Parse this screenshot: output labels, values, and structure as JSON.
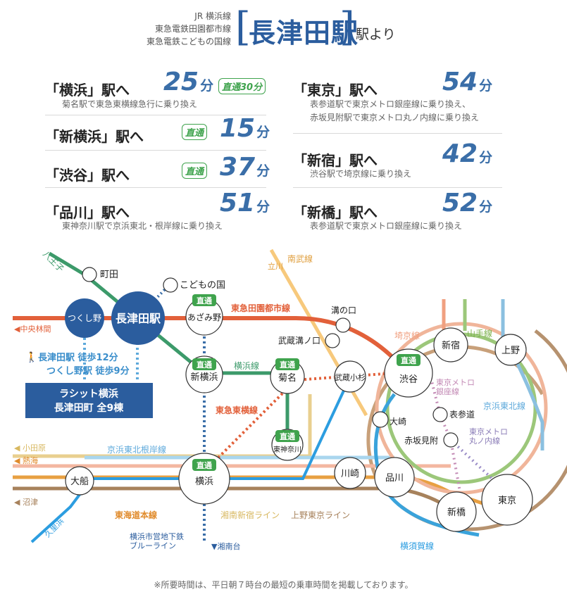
{
  "header": {
    "lines": [
      "JR 横浜線",
      "東急電鉄田園都市線",
      "東急電鉄こどもの国線"
    ],
    "station": "長津田駅",
    "suffix": "駅より"
  },
  "times": {
    "yokohama": {
      "route": "「横浜」駅へ",
      "minutes": "25",
      "unit": "分",
      "express": "直通30分",
      "note": "菊名駅で東急東横線急行に乗り換え"
    },
    "shinyokohama": {
      "route": "「新横浜」駅へ",
      "badge": "直通",
      "minutes": "15",
      "unit": "分"
    },
    "shibuya": {
      "route": "「渋谷」駅へ",
      "badge": "直通",
      "minutes": "37",
      "unit": "分"
    },
    "shinagawa": {
      "route": "「品川」駅へ",
      "minutes": "51",
      "unit": "分",
      "note": "東神奈川駅で京浜東北・根岸線に乗り換え"
    },
    "tokyo": {
      "route": "「東京」駅へ",
      "minutes": "54",
      "unit": "分",
      "note1": "表参道駅で東京メトロ銀座線に乗り換え、",
      "note2": "赤坂見附駅で東京メトロ丸ノ内線に乗り換え"
    },
    "shinjuku": {
      "route": "「新宿」駅へ",
      "minutes": "42",
      "unit": "分",
      "note": "渋谷駅で埼京線に乗り換え"
    },
    "shinbashi": {
      "route": "「新橋」駅へ",
      "minutes": "52",
      "unit": "分",
      "note": "表参道駅で東京メトロ銀座線に乗り換え"
    }
  },
  "map": {
    "stations": {
      "nagatsuta": "長津田駅",
      "tsukushino": "つくし野",
      "machida": "町田",
      "kodomonokuni": "こどもの国",
      "azamino": "あざみ野",
      "shinyokohama": "新横浜",
      "kikuna": "菊名",
      "higashikanagawa": "東神奈川",
      "yokohama": "横浜",
      "ofuna": "大船",
      "mizonokuchi": "溝の口",
      "musashimizonokuchi": "武蔵溝ノ口",
      "musashikosugi": "武蔵小杉",
      "kawasaki": "川崎",
      "shinagawa": "品川",
      "shibuya": "渋谷",
      "osaki": "大崎",
      "shinjuku": "新宿",
      "ueno": "上野",
      "omotesando": "表参道",
      "akasakamitsuke": "赤坂見附",
      "tokyo": "東京",
      "shinbashi": "新橋"
    },
    "badge": "直通",
    "lines": {
      "hachioji": "八王子",
      "nambu": "南武線",
      "tachikawa": "立川",
      "denentoshi": "東急田園都市線",
      "yokohama_line": "横浜線",
      "toyoko": "東急東横線",
      "saikyo": "埼京線",
      "yamanote": "山手線",
      "ginza": "東京メトロ\n銀座線",
      "keihintohoku": "京浜東北線",
      "marunouchi": "東京メトロ\n丸ノ内線",
      "negishi": "京浜東北根岸線",
      "tokaido": "東海道本線",
      "shonanshinjuku": "湘南新宿ライン",
      "uenotokyo": "上野東京ライン",
      "yokosuka": "横須賀線",
      "blueline": "横浜市営地下鉄\nブルーライン",
      "shonandai": "▼湘南台",
      "chuorinkan": "◀中央林間",
      "odawara": "◀ 小田原",
      "atami": "◀ 熱海",
      "numazu": "◀ 沼津",
      "kurihama": "久里浜"
    },
    "walk": {
      "line1": "長津田駅 徒歩12分",
      "line2": "つくし野駅 徒歩9分"
    },
    "property": {
      "line1": "ラシット横浜",
      "line2": "長津田町 全9棟"
    }
  },
  "footer": "※所要時間は、平日朝７時台の最短の乗車時間を掲載しております。",
  "colors": {
    "title_blue": "#2b5d9e",
    "minutes_blue": "#3a6ea8",
    "green": "#3fa34d",
    "denentoshi": "#e2603a",
    "yokohama_line": "#3c9a6a"
  }
}
